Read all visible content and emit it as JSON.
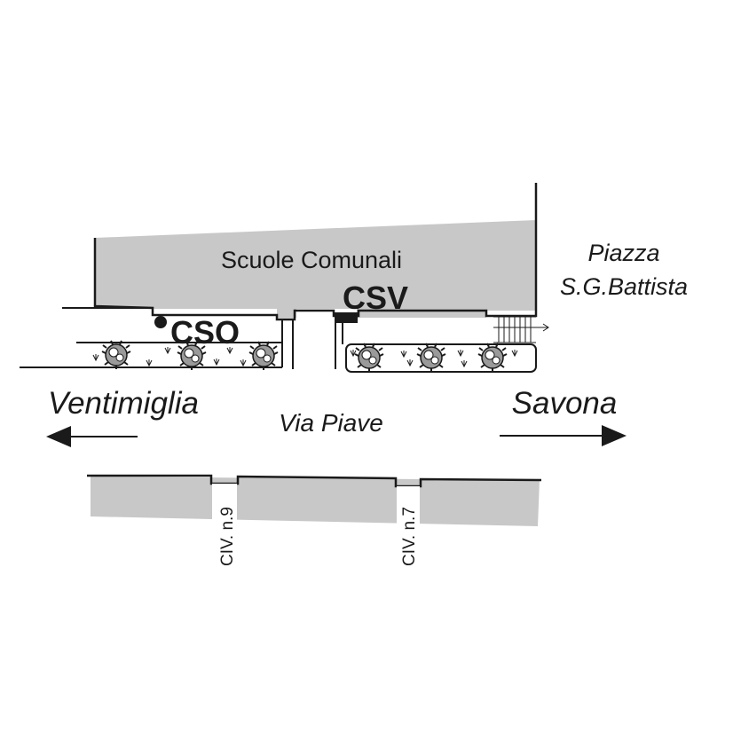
{
  "building": {
    "label": "Scuole Comunali"
  },
  "markers": {
    "cso": "CSO",
    "csv": "CSV"
  },
  "square": {
    "line1": "Piazza",
    "line2": "S.G.Battista"
  },
  "directions": {
    "west": "Ventimiglia",
    "east": "Savona"
  },
  "street": {
    "name": "Via Piave"
  },
  "civic_numbers": [
    "CIV. n.9",
    "CIV. n.7"
  ],
  "colors": {
    "building_fill": "#c8c8c8",
    "line": "#1a1a1a",
    "background": "#ffffff"
  }
}
